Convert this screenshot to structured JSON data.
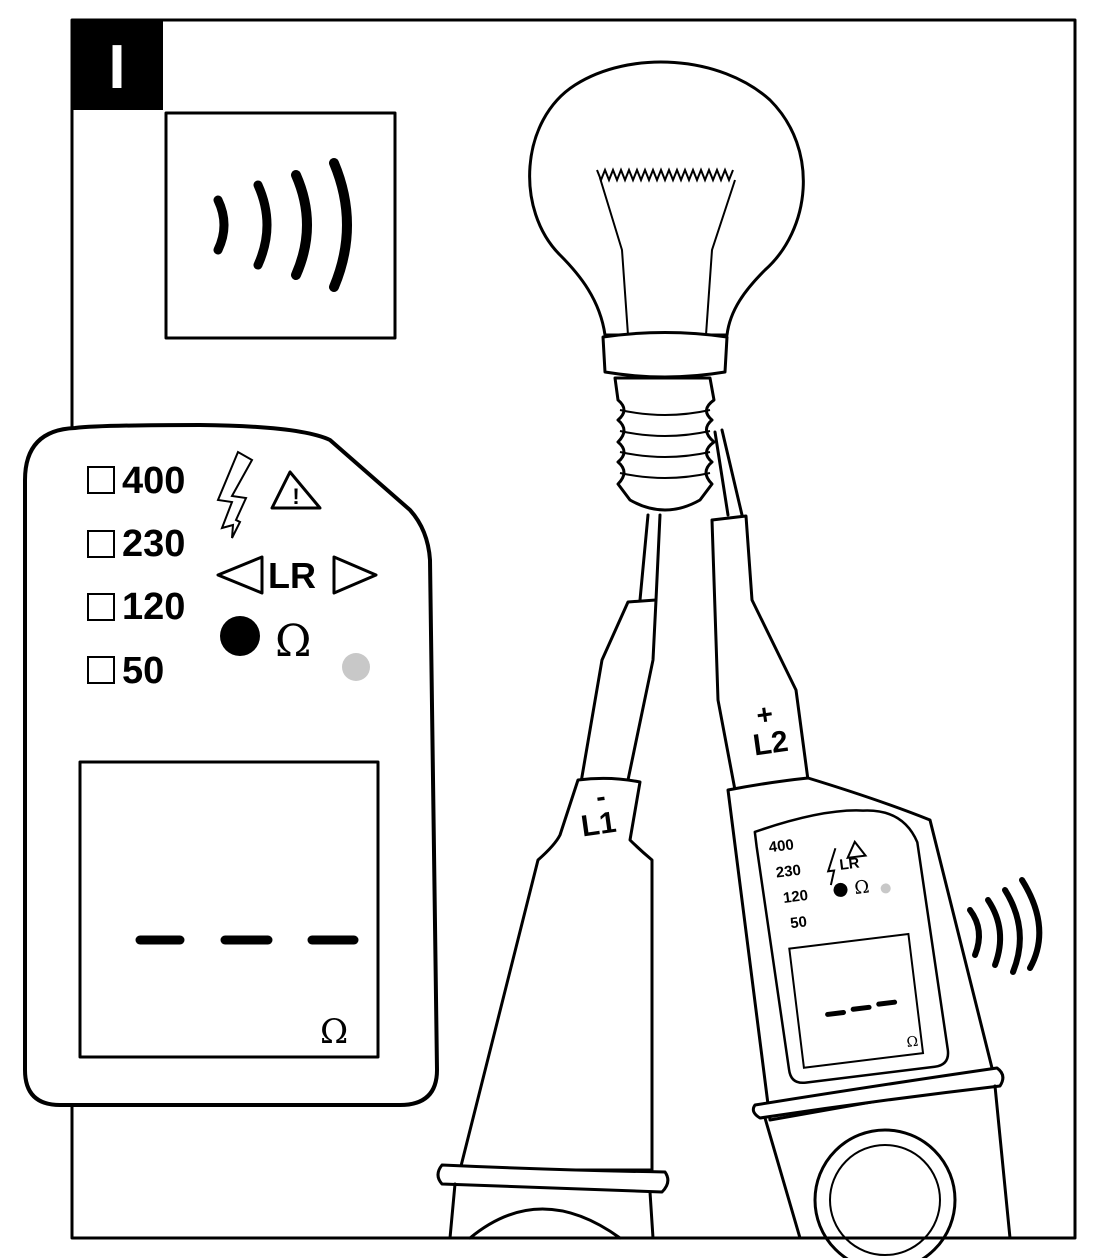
{
  "figure": {
    "section_label": "I",
    "large_tester": {
      "voltages": [
        "400",
        "230",
        "120",
        "50"
      ],
      "rotation_label": "LR",
      "ohm_symbol": "Ω",
      "display_value": "- - -",
      "display_unit": "Ω",
      "led_color_on": "#000000",
      "led_color_off": "#c8c8c8"
    },
    "probe_left": {
      "label": "L1",
      "polarity": "-"
    },
    "probe_right": {
      "label": "L2",
      "polarity": "+"
    },
    "small_tester": {
      "voltages": [
        "400",
        "230",
        "120",
        "50"
      ],
      "rotation_label": "LR",
      "ohm_symbol": "Ω",
      "display_unit": "Ω"
    },
    "icons": [
      "buzzer-sound-icon",
      "lightning-icon",
      "warning-triangle-icon",
      "light-bulb"
    ]
  }
}
